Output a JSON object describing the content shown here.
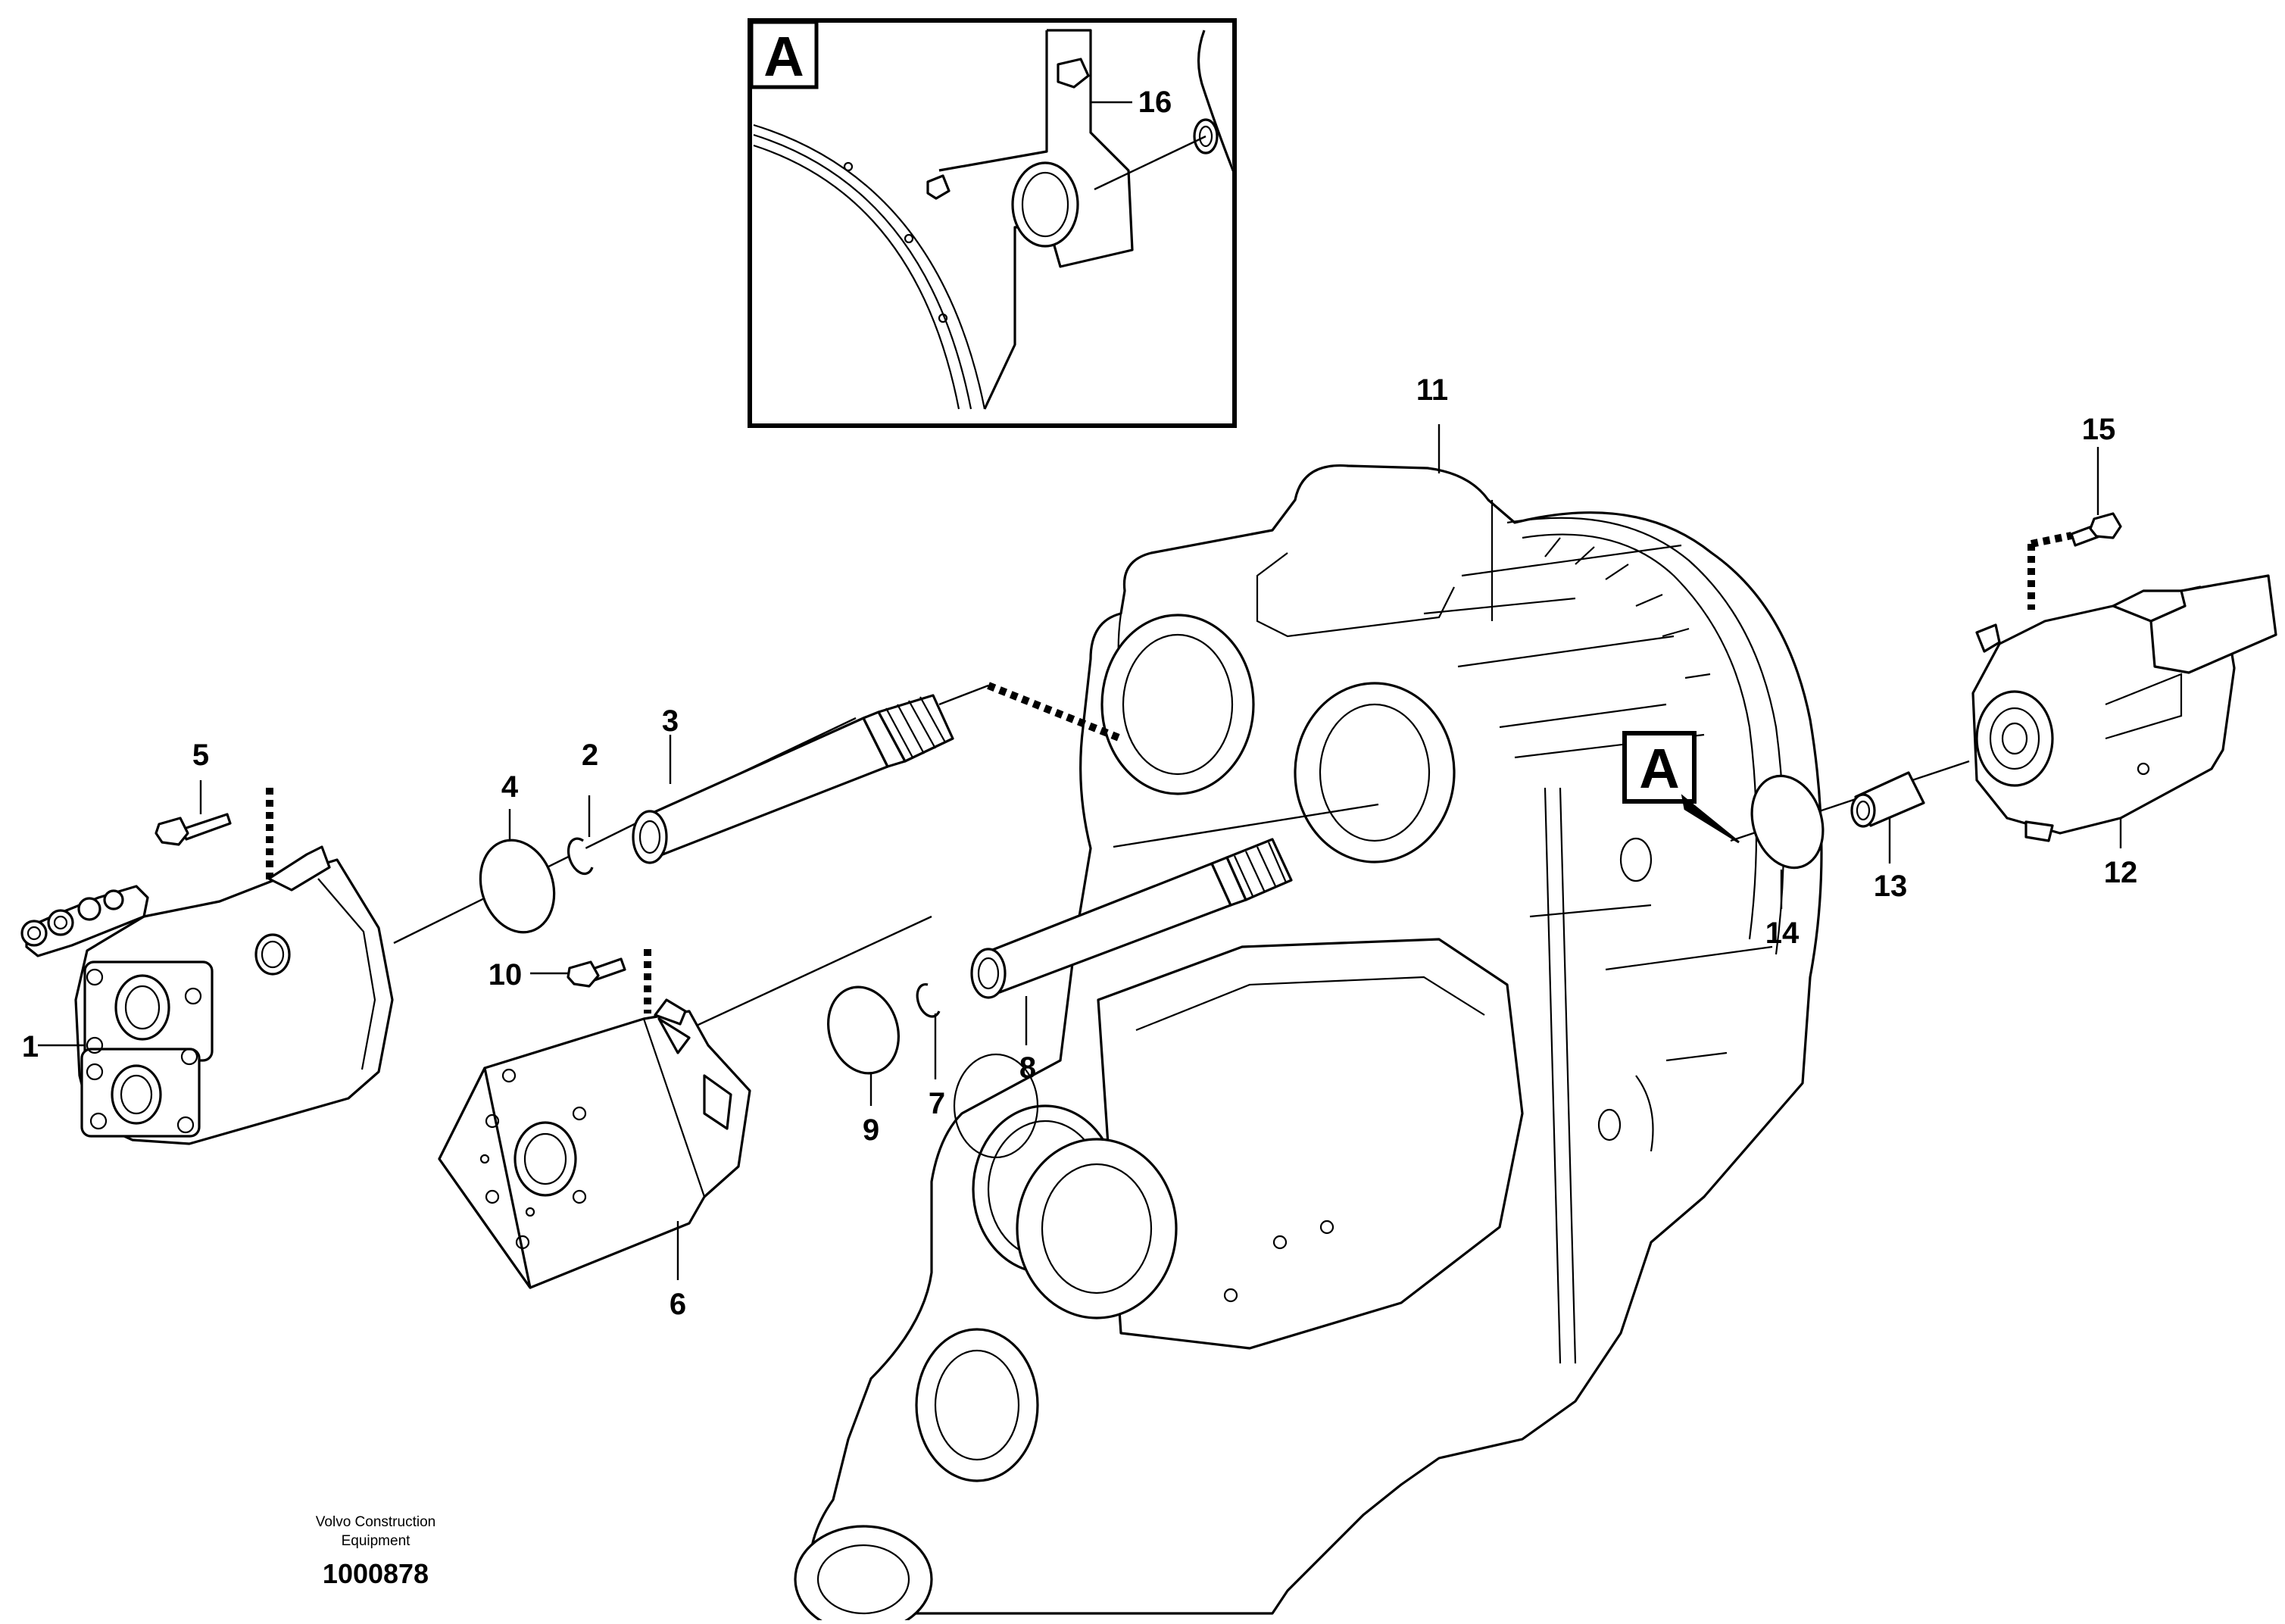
{
  "diagram": {
    "part_numbers": {
      "p1": "1",
      "p2": "2",
      "p3": "3",
      "p4": "4",
      "p5": "5",
      "p6": "6",
      "p7": "7",
      "p8": "8",
      "p9": "9",
      "p10": "10",
      "p11": "11",
      "p12": "12",
      "p13": "13",
      "p14": "14",
      "p15": "15",
      "p16": "16"
    },
    "detail_view": {
      "letter": "A"
    },
    "detail_callout": {
      "letter": "A"
    },
    "footer": {
      "company_line1": "Volvo Construction",
      "company_line2": "Equipment",
      "drawing_number": "1000878"
    }
  }
}
